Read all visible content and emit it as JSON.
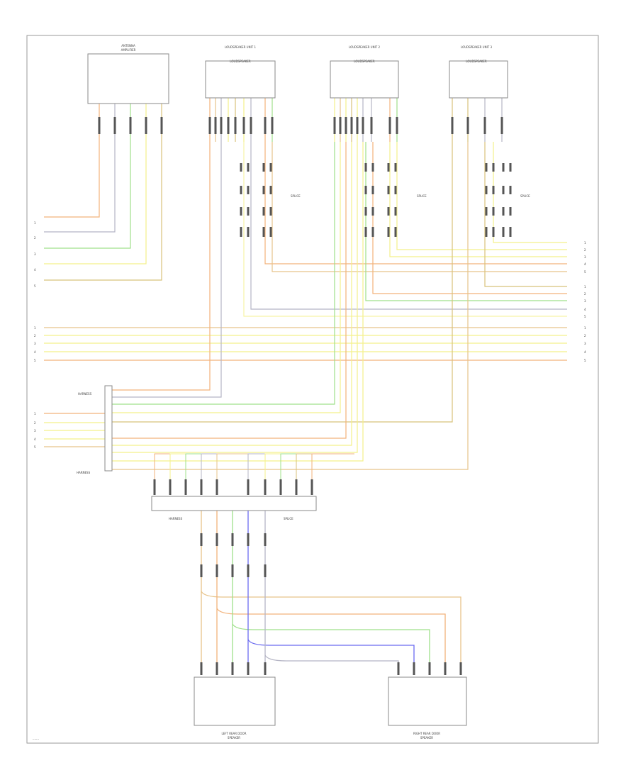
{
  "diagram": {
    "footer_code": "·······",
    "components": [
      {
        "id": "c1",
        "name": "ANTENNA",
        "desc": "AMPLIFIER"
      },
      {
        "id": "c2",
        "name": "LOUDSPEAKER UNIT 1",
        "desc": "LOUDSPEAKER"
      },
      {
        "id": "c3",
        "name": "LOUDSPEAKER UNIT 2",
        "desc": "LOUDSPEAKER"
      },
      {
        "id": "c4",
        "name": "LOUDSPEAKER UNIT 3",
        "desc": "LOUDSPEAKER"
      },
      {
        "id": "c5",
        "name": "LEFT REAR DOOR",
        "desc": "SPEAKER"
      },
      {
        "id": "c6",
        "name": "RIGHT REAR DOOR",
        "desc": "SPEAKER"
      }
    ],
    "splices": [
      {
        "label": "SPLICE"
      },
      {
        "label": "SPLICE"
      },
      {
        "label": "SPLICE"
      }
    ],
    "connectors": [
      {
        "label": "HARNESS"
      },
      {
        "label": "HARNESS"
      },
      {
        "label": "HARNESS"
      }
    ],
    "wire_colors": {
      "orange": "#f2b27a",
      "yellow": "#f4f18a",
      "green": "#9fe08a",
      "gray": "#b5b5c5",
      "blue": "#6b6bf0",
      "olive": "#d8c27a",
      "tan": "#e7c38a",
      "lightyellow": "#f7f4a8"
    },
    "left_labels_1": [
      "1",
      "2",
      "3",
      "4",
      "5"
    ],
    "left_labels_2": [
      "1",
      "2",
      "3",
      "4",
      "5"
    ],
    "left_labels_3": [
      "1",
      "2",
      "3",
      "4",
      "5"
    ],
    "right_labels_1": [
      "1",
      "2",
      "3",
      "4",
      "5"
    ],
    "right_labels_2": [
      "1",
      "2",
      "3",
      "4",
      "5"
    ],
    "right_labels_3": [
      "1",
      "2",
      "3",
      "4",
      "5"
    ]
  }
}
